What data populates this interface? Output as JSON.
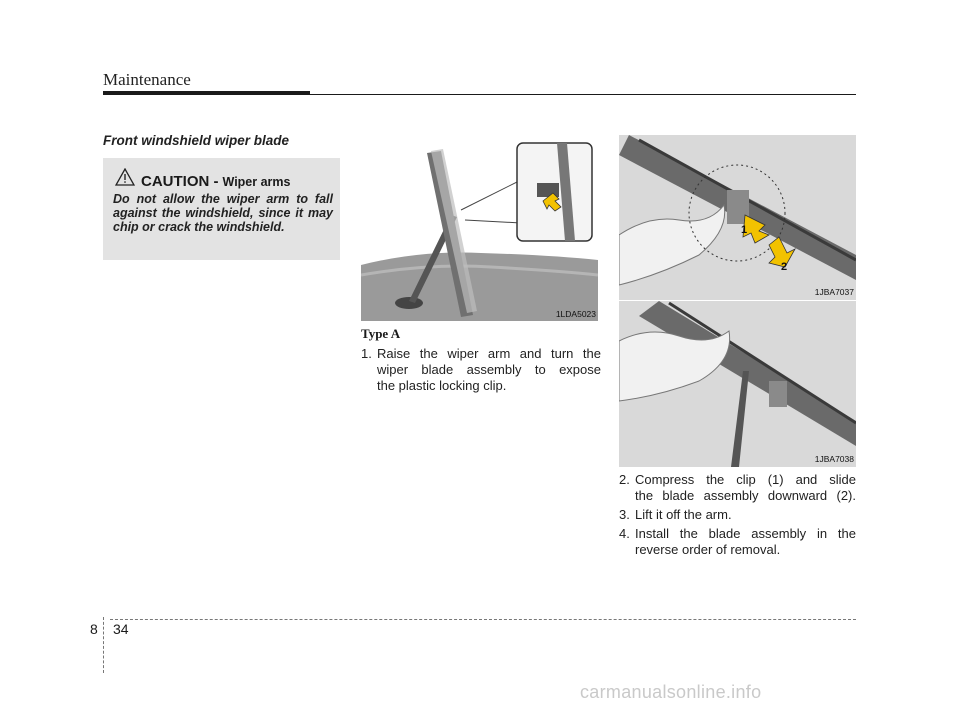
{
  "header": {
    "title": "Maintenance"
  },
  "section": {
    "title": "Front windshield wiper blade"
  },
  "caution": {
    "label": "CAUTION -",
    "topic": "Wiper arms",
    "text": "Do not allow the wiper arm to fall against the windshield, since it may chip or crack the windshield."
  },
  "figures": {
    "fig1": {
      "code": "1LDA5023"
    },
    "fig2": {
      "code": "1JBA7037",
      "callout1": "1",
      "callout2": "2"
    },
    "fig3": {
      "code": "1JBA7038"
    }
  },
  "type_a": {
    "label": "Type A",
    "step1_num": "1.",
    "step1_line1": "Raise the wiper arm and turn the",
    "step1_line2": "wiper blade assembly to expose",
    "step1_line3": "the plastic locking clip."
  },
  "steps": {
    "step2_num": "2.",
    "step2_line1": "Compress the clip (1) and slide",
    "step2_line2": "the blade assembly downward (2).",
    "step3_num": "3.",
    "step3_line1": "Lift it off the arm.",
    "step4_num": "4.",
    "step4_line1": "Install the blade assembly in the",
    "step4_line2": "reverse order of removal."
  },
  "footer": {
    "chapter": "8",
    "page": "34",
    "watermark": "carmanualsonline.info"
  },
  "colors": {
    "accent_yellow": "#f2c200",
    "caution_bg": "#e3e3e3",
    "figure_bg": "#d8d8d8"
  }
}
